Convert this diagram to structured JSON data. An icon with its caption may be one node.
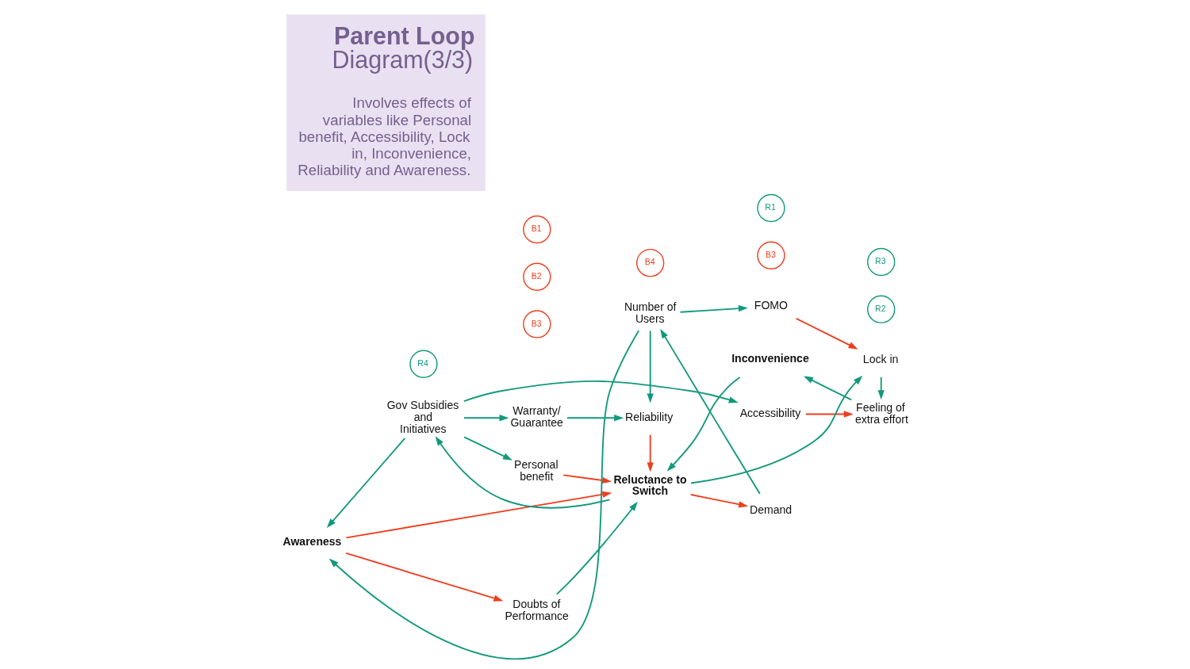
{
  "diagram": {
    "title": "Parent Loop Diagram(3/3)",
    "caption": "Involves effects of variables like Personal benefit, Accessibility, Lock in, Inconvenience, Reliability and Awareness.",
    "nodes": [
      {
        "text": [
          "Doubts of Performance"
        ]
      },
      {
        "text": [
          "Accessibility"
        ]
      },
      {
        "text": [
          "B3"
        ]
      },
      {
        "text": [
          "B3"
        ]
      },
      {
        "text": [
          "Feeling of extra effort"
        ]
      },
      {
        "text": [
          "Inconvenience"
        ]
      },
      {
        "text": [
          "B2"
        ]
      },
      {
        "text": [
          "R2"
        ]
      },
      {
        "text": [
          "Awareness"
        ]
      },
      {
        "text": [
          "Gov Subsidies and Initiatives"
        ]
      },
      {
        "text": [
          "Personal benefit"
        ]
      },
      {
        "text": [
          "Reluctance to Switch"
        ]
      },
      {
        "text": [
          "Lock in"
        ]
      },
      {
        "text": [
          "B1"
        ]
      },
      {
        "text": [
          "R3"
        ]
      },
      {
        "text": [
          "B4"
        ]
      },
      {
        "text": [
          "R1"
        ]
      },
      {
        "text": [
          "Demand"
        ]
      },
      {
        "text": [
          "R4"
        ]
      },
      {
        "text": [
          "Warranty/ Guarantee"
        ]
      },
      {
        "text": [
          "Reliability"
        ]
      },
      {
        "text": [
          "Number of Users"
        ]
      },
      {
        "text": [
          "FOMO"
        ]
      }
    ],
    "edges": [
      {
        "from": 8,
        "to": 0,
        "arrow": "to",
        "color": "#ef3d1f"
      },
      {
        "from": 0,
        "to": 11,
        "arrow": "to"
      },
      {
        "from": 9,
        "to": 1,
        "arrow": "to"
      },
      {
        "from": 1,
        "to": 4,
        "arrow": "to",
        "color": "#ef3d1f"
      },
      {
        "from": 4,
        "to": 5,
        "arrow": "to"
      },
      {
        "from": 5,
        "to": 11,
        "arrow": "to"
      },
      {
        "from": 8,
        "to": 11,
        "arrow": "to",
        "color": "#ef3d1f"
      },
      {
        "from": 9,
        "to": 8,
        "arrow": "to"
      },
      {
        "from": 9,
        "to": 10,
        "arrow": "to"
      },
      {
        "from": 10,
        "to": 11,
        "arrow": "to",
        "color": "#ef3d1f"
      },
      {
        "from": 11,
        "to": 12,
        "arrow": "to"
      },
      {
        "from": 12,
        "to": 4,
        "arrow": "to"
      },
      {
        "from": 11,
        "to": 9,
        "arrow": "to"
      },
      {
        "from": 11,
        "to": 17,
        "arrow": "to",
        "color": "#ef3d1f"
      },
      {
        "from": 9,
        "to": 19,
        "arrow": "to"
      },
      {
        "from": 19,
        "to": 20,
        "arrow": "to"
      },
      {
        "from": 20,
        "to": 11,
        "arrow": "to",
        "color": "#ef3d1f"
      },
      {
        "from": 17,
        "to": 21,
        "arrow": "to"
      },
      {
        "from": 21,
        "to": 20,
        "arrow": "to"
      },
      {
        "from": 21,
        "to": 8,
        "arrow": "to"
      },
      {
        "from": 21,
        "to": 22,
        "arrow": "to"
      },
      {
        "from": 22,
        "to": 12,
        "arrow": "to",
        "color": "#ef3d1f"
      }
    ]
  }
}
